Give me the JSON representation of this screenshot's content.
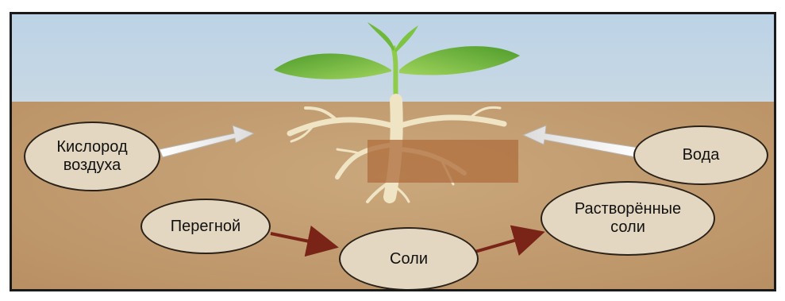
{
  "labels": {
    "oxygen_line1": "Кислород",
    "oxygen_line2": "воздуха",
    "water": "Вода",
    "humus": "Перегной",
    "salts": "Соли",
    "dissolved_line1": "Растворённые",
    "dissolved_line2": "соли"
  },
  "colors": {
    "sky": "#c3d6e5",
    "soil": "#c09a6e",
    "bubble_fill": "#e3d7c1",
    "bubble_border": "#2a2218",
    "white_arrow": "#f4f1ec",
    "dark_arrow": "#7a2418",
    "root": "#efe4c4",
    "leaf": "#5aa832"
  }
}
